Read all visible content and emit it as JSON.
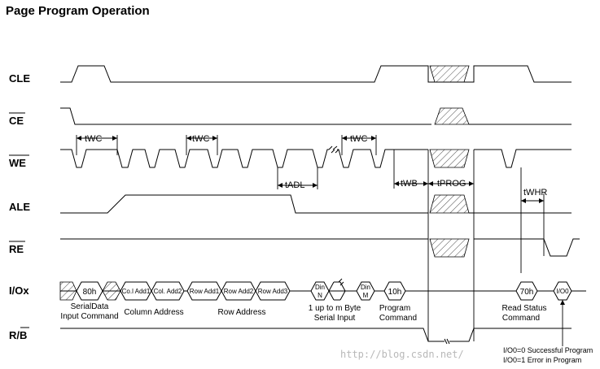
{
  "title": "Page Program Operation",
  "signals": {
    "cle": "CLE",
    "ce": "CE",
    "we": "WE",
    "ale": "ALE",
    "re": "RE",
    "io": "I/Ox",
    "rb": "R/B"
  },
  "timing": {
    "twc": "tWC",
    "tadl": "tADL",
    "twb": "tWB",
    "tprog": "tPROG",
    "twhr": "tWHR"
  },
  "bus": {
    "cmd_80": "80h",
    "col_add1": "Co.l Add1",
    "col_add2": "Col. Add2",
    "row_add1": "Row Add1",
    "row_add2": "Row Add2",
    "row_add3": "Row Add3",
    "din_n_1": "Din",
    "din_n_2": "N",
    "din_m_1": "Din",
    "din_m_2": "M",
    "cmd_10": "10h",
    "cmd_70": "70h",
    "io0": "I/O0"
  },
  "captions": {
    "serial_input_1": "SerialData",
    "serial_input_2": "Input Command",
    "column_address": "Column Address",
    "row_address": "Row Address",
    "byte_input_1": "1 up to m Byte",
    "byte_input_2": "Serial Input",
    "program_cmd_1": "Program",
    "program_cmd_2": "Command",
    "read_status_1": "Read Status",
    "read_status_2": "Command",
    "result_1": "I/O0=0 Successful Program",
    "result_2": "I/O0=1 Error in Program"
  },
  "watermark": "http://blog.csdn.net/"
}
